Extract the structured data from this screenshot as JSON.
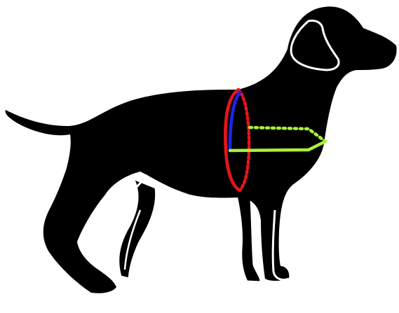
{
  "diagram": {
    "subject": "dog-silhouette-side-view",
    "measurement_guides": [
      {
        "name": "chest-girth-rear-half",
        "style": "solid",
        "color": "#e8141c"
      },
      {
        "name": "chest-girth-front-half",
        "style": "dotted",
        "color": "#e8141c"
      },
      {
        "name": "chest-depth",
        "style": "solid",
        "color": "#2421ee"
      },
      {
        "name": "body-width-upper",
        "style": "dotted",
        "color": "#a9f03a"
      },
      {
        "name": "body-width-lower",
        "style": "solid",
        "color": "#a9f03a"
      }
    ],
    "colors": {
      "silhouette": "#000000",
      "outline": "#ffffff",
      "background": "#ffffff"
    }
  }
}
